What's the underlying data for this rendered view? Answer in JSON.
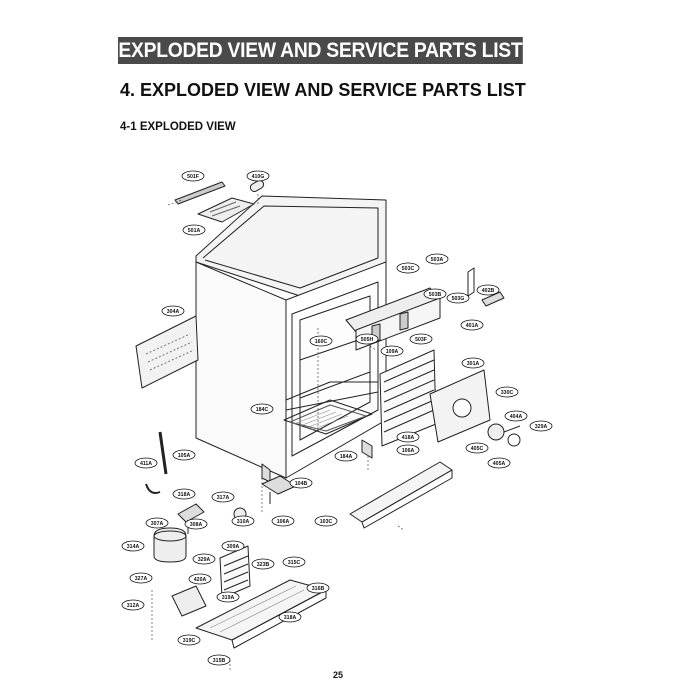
{
  "banner": "EXPLODED VIEW AND SERVICE PARTS LIST",
  "heading": "4. EXPLODED VIEW AND SERVICE PARTS LIST",
  "subheading": "4-1  EXPLODED VIEW",
  "page_number": "25",
  "callouts": [
    "501F",
    "410G",
    "501A",
    "304A",
    "503A",
    "503C",
    "503B",
    "503G",
    "402B",
    "401A",
    "505H",
    "503F",
    "160C",
    "109A",
    "301A",
    "330C",
    "404A",
    "329A",
    "184C",
    "418A",
    "405C",
    "405A",
    "184A",
    "106A",
    "411A",
    "105A",
    "104B",
    "103C",
    "318A",
    "317A",
    "106A",
    "307A",
    "308A",
    "310A",
    "314A",
    "309A",
    "329A",
    "323B",
    "315C",
    "327A",
    "420A",
    "319A",
    "316B",
    "312A",
    "318A",
    "319C",
    "315B"
  ]
}
